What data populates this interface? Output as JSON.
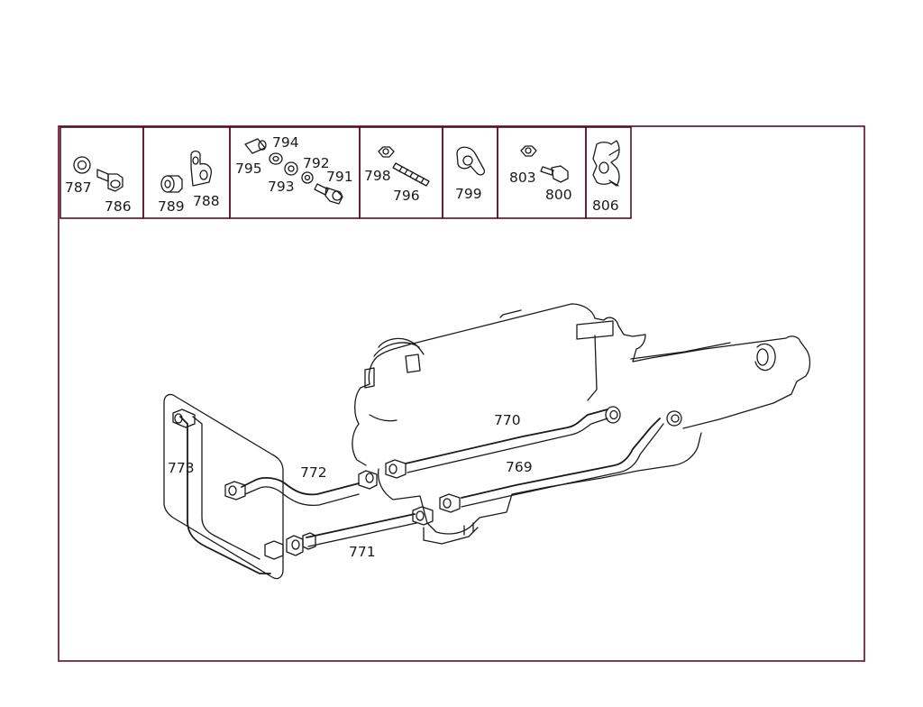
{
  "accent_color": "#5a0a25",
  "line_color": "#1a1a1a",
  "parts_row": {
    "cells": [
      {
        "labels": [
          "787",
          "786"
        ]
      },
      {
        "labels": [
          "789",
          "788"
        ]
      },
      {
        "labels": [
          "794",
          "795",
          "792",
          "793",
          "791"
        ]
      },
      {
        "labels": [
          "798",
          "796"
        ]
      },
      {
        "labels": [
          "799"
        ]
      },
      {
        "labels": [
          "803",
          "800"
        ]
      },
      {
        "labels": [
          "806"
        ]
      }
    ]
  },
  "callouts": {
    "line_770": "770",
    "line_772": "772",
    "line_773": "773",
    "line_769": "769",
    "line_771": "771"
  }
}
